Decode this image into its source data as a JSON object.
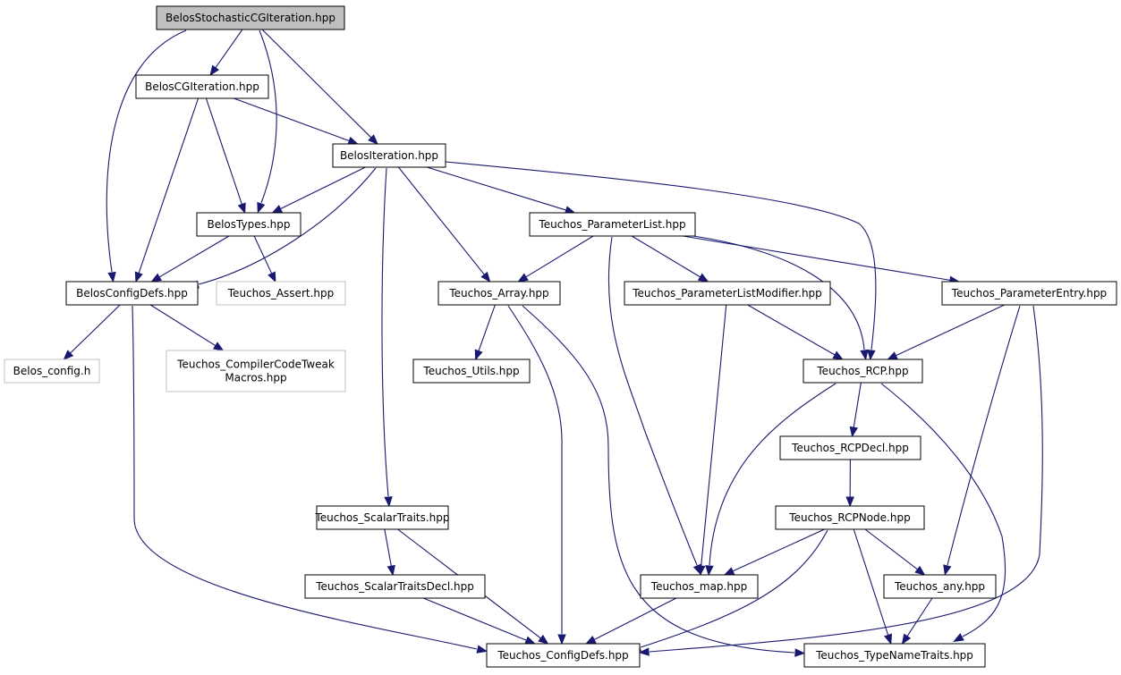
{
  "graph": {
    "edge_color": "#191970",
    "root_fill": "#bfbfbf",
    "nodes": [
      {
        "id": "root",
        "label": "BelosStochasticCGIteration.hpp",
        "kind": "root"
      },
      {
        "id": "cgiter",
        "label": "BelosCGIteration.hpp",
        "kind": "normal"
      },
      {
        "id": "iter",
        "label": "BelosIteration.hpp",
        "kind": "normal"
      },
      {
        "id": "types",
        "label": "BelosTypes.hpp",
        "kind": "normal"
      },
      {
        "id": "cfgdefs",
        "label": "BelosConfigDefs.hpp",
        "kind": "normal"
      },
      {
        "id": "assert",
        "label": "Teuchos_Assert.hpp",
        "kind": "external"
      },
      {
        "id": "belcfg",
        "label": "Belos_config.h",
        "kind": "external"
      },
      {
        "id": "compiler",
        "label": "Teuchos_CompilerCodeTweak\nMacros.hpp",
        "kind": "external"
      },
      {
        "id": "plist",
        "label": "Teuchos_ParameterList.hpp",
        "kind": "normal"
      },
      {
        "id": "array",
        "label": "Teuchos_Array.hpp",
        "kind": "normal"
      },
      {
        "id": "plmod",
        "label": "Teuchos_ParameterListModifier.hpp",
        "kind": "normal"
      },
      {
        "id": "pentry",
        "label": "Teuchos_ParameterEntry.hpp",
        "kind": "normal"
      },
      {
        "id": "utils",
        "label": "Teuchos_Utils.hpp",
        "kind": "normal"
      },
      {
        "id": "rcp",
        "label": "Teuchos_RCP.hpp",
        "kind": "normal"
      },
      {
        "id": "rcpdecl",
        "label": "Teuchos_RCPDecl.hpp",
        "kind": "normal"
      },
      {
        "id": "rcpnode",
        "label": "Teuchos_RCPNode.hpp",
        "kind": "normal"
      },
      {
        "id": "scalar",
        "label": "Teuchos_ScalarTraits.hpp",
        "kind": "normal"
      },
      {
        "id": "scdecl",
        "label": "Teuchos_ScalarTraitsDecl.hpp",
        "kind": "normal"
      },
      {
        "id": "map",
        "label": "Teuchos_map.hpp",
        "kind": "normal"
      },
      {
        "id": "any",
        "label": "Teuchos_any.hpp",
        "kind": "normal"
      },
      {
        "id": "tcfg",
        "label": "Teuchos_ConfigDefs.hpp",
        "kind": "normal"
      },
      {
        "id": "typename",
        "label": "Teuchos_TypeNameTraits.hpp",
        "kind": "normal"
      }
    ],
    "edges": [
      [
        "root",
        "cgiter"
      ],
      [
        "root",
        "cfgdefs"
      ],
      [
        "root",
        "types"
      ],
      [
        "root",
        "iter"
      ],
      [
        "cgiter",
        "cfgdefs"
      ],
      [
        "cgiter",
        "types"
      ],
      [
        "cgiter",
        "iter"
      ],
      [
        "iter",
        "types"
      ],
      [
        "iter",
        "cfgdefs"
      ],
      [
        "iter",
        "scalar"
      ],
      [
        "iter",
        "array"
      ],
      [
        "iter",
        "plist"
      ],
      [
        "iter",
        "rcp"
      ],
      [
        "types",
        "cfgdefs"
      ],
      [
        "types",
        "assert"
      ],
      [
        "cfgdefs",
        "belcfg"
      ],
      [
        "cfgdefs",
        "compiler"
      ],
      [
        "cfgdefs",
        "tcfg"
      ],
      [
        "plist",
        "array"
      ],
      [
        "plist",
        "map"
      ],
      [
        "plist",
        "plmod"
      ],
      [
        "plist",
        "rcp"
      ],
      [
        "plist",
        "pentry"
      ],
      [
        "array",
        "utils"
      ],
      [
        "array",
        "tcfg"
      ],
      [
        "array",
        "typename"
      ],
      [
        "plmod",
        "rcp"
      ],
      [
        "plmod",
        "map"
      ],
      [
        "pentry",
        "rcp"
      ],
      [
        "pentry",
        "any"
      ],
      [
        "pentry",
        "tcfg"
      ],
      [
        "rcp",
        "rcpdecl"
      ],
      [
        "rcp",
        "map"
      ],
      [
        "rcp",
        "typename"
      ],
      [
        "rcpdecl",
        "rcpnode"
      ],
      [
        "rcpnode",
        "map"
      ],
      [
        "rcpnode",
        "any"
      ],
      [
        "rcpnode",
        "tcfg"
      ],
      [
        "rcpnode",
        "typename"
      ],
      [
        "scalar",
        "scdecl"
      ],
      [
        "scalar",
        "tcfg"
      ],
      [
        "scdecl",
        "tcfg"
      ],
      [
        "map",
        "tcfg"
      ],
      [
        "any",
        "typename"
      ]
    ]
  }
}
